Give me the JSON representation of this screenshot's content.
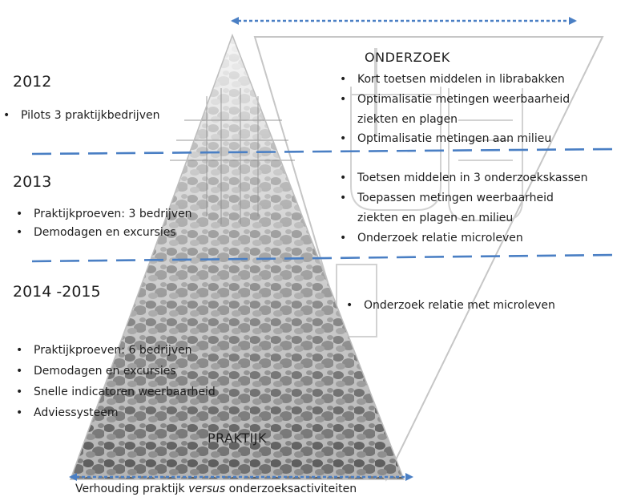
{
  "colors": {
    "arrow": "#4a7fc4",
    "dashed_line": "#4a7fc4",
    "text": "#1e1e1e",
    "pyramid_foliage": "#5a5a5a"
  },
  "headings": {
    "research": "ONDERZOEK",
    "practice": "PRAKTIJK"
  },
  "phases": [
    {
      "year": "2012",
      "practice_items": [
        "Pilots 3 praktijkbedrijven"
      ],
      "research_items": [
        "Kort toetsen middelen in librabakken",
        "Optimalisatie metingen weerbaarheid",
        "ziekten en plagen",
        "Optimalisatie metingen aan milieu"
      ]
    },
    {
      "year": "2013",
      "practice_items": [
        "Praktijkproeven: 3 bedrijven",
        "Demodagen en excursies"
      ],
      "research_items": [
        "Toetsen middelen in 3 onderzoekskassen",
        "Toepassen  metingen weerbaarheid",
        "ziekten en plagen en milieu",
        "Onderzoek relatie microleven"
      ]
    },
    {
      "year": "2014 -2015",
      "practice_items": [
        "Praktijkproeven: 6 bedrijven",
        "Demodagen en excursies",
        "Snelle indicatoren weerbaarheid",
        "Adviessysteem"
      ],
      "research_items": [
        "Onderzoek relatie  met microleven"
      ]
    }
  ],
  "caption": {
    "before": "Verhouding praktijk ",
    "emphasis": "versus",
    "after": " onderzoeksactiviteiten"
  }
}
